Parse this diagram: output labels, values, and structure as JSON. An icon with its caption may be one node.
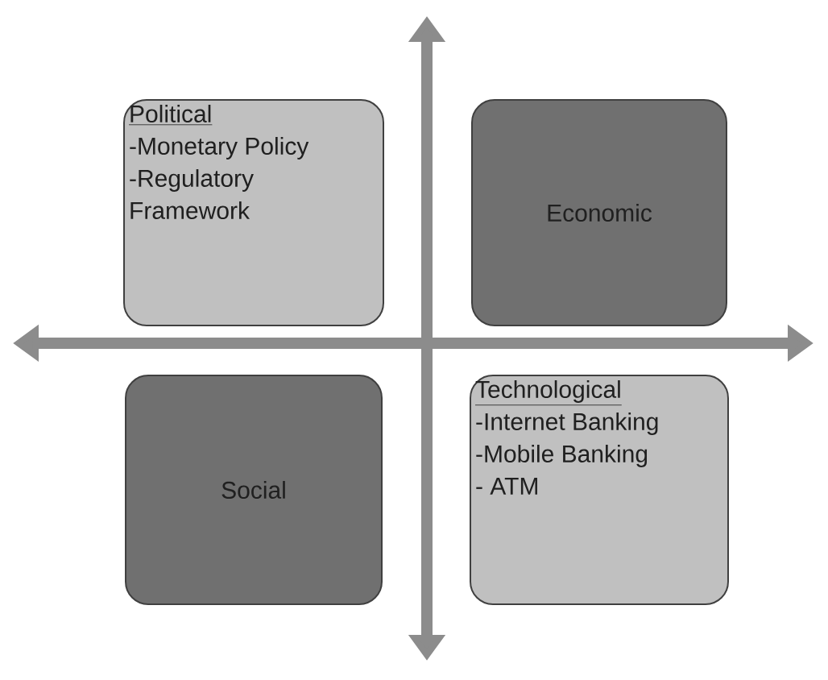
{
  "diagram": {
    "nodes": [
      {
        "text": [
          "Political",
          "-Monetary Policy",
          "-Regulatory Framework"
        ]
      },
      {
        "text": [
          "Economic"
        ]
      },
      {
        "text": [
          "Social"
        ]
      },
      {
        "text": [
          "Technological",
          "-Internet Banking",
          "-Mobile Banking",
          "- ATM"
        ]
      }
    ]
  }
}
